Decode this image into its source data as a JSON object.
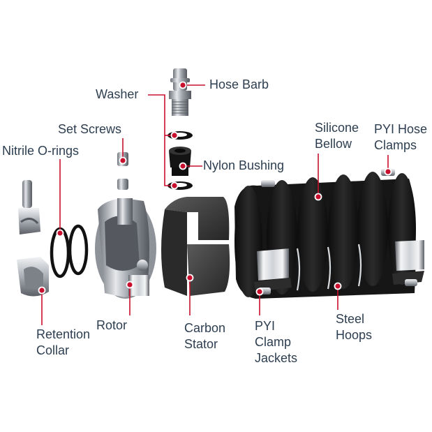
{
  "labels": {
    "hose_barb": "Hose Barb",
    "washer": "Washer",
    "set_screws": "Set Screws",
    "nitrile_orings": "Nitrile O-rings",
    "nylon_bushing": "Nylon Bushing",
    "silicone_bellow": [
      "Silicone",
      "Bellow"
    ],
    "pyi_hose_clamps": [
      "PYI Hose",
      "Clamps"
    ],
    "retention_collar": [
      "Retention",
      "Collar"
    ],
    "rotor": "Rotor",
    "carbon_stator": [
      "Carbon",
      "Stator"
    ],
    "pyi_clamp_jackets": [
      "PYI",
      "Clamp",
      "Jackets"
    ],
    "steel_hoops": [
      "Steel",
      "Hoops"
    ]
  },
  "colors": {
    "label_text": "#2d3e50",
    "callout": "#c8102e",
    "rubber": "#1a1a1a",
    "metal": "#b8bcc2",
    "carbon": "#3a3a3a"
  }
}
